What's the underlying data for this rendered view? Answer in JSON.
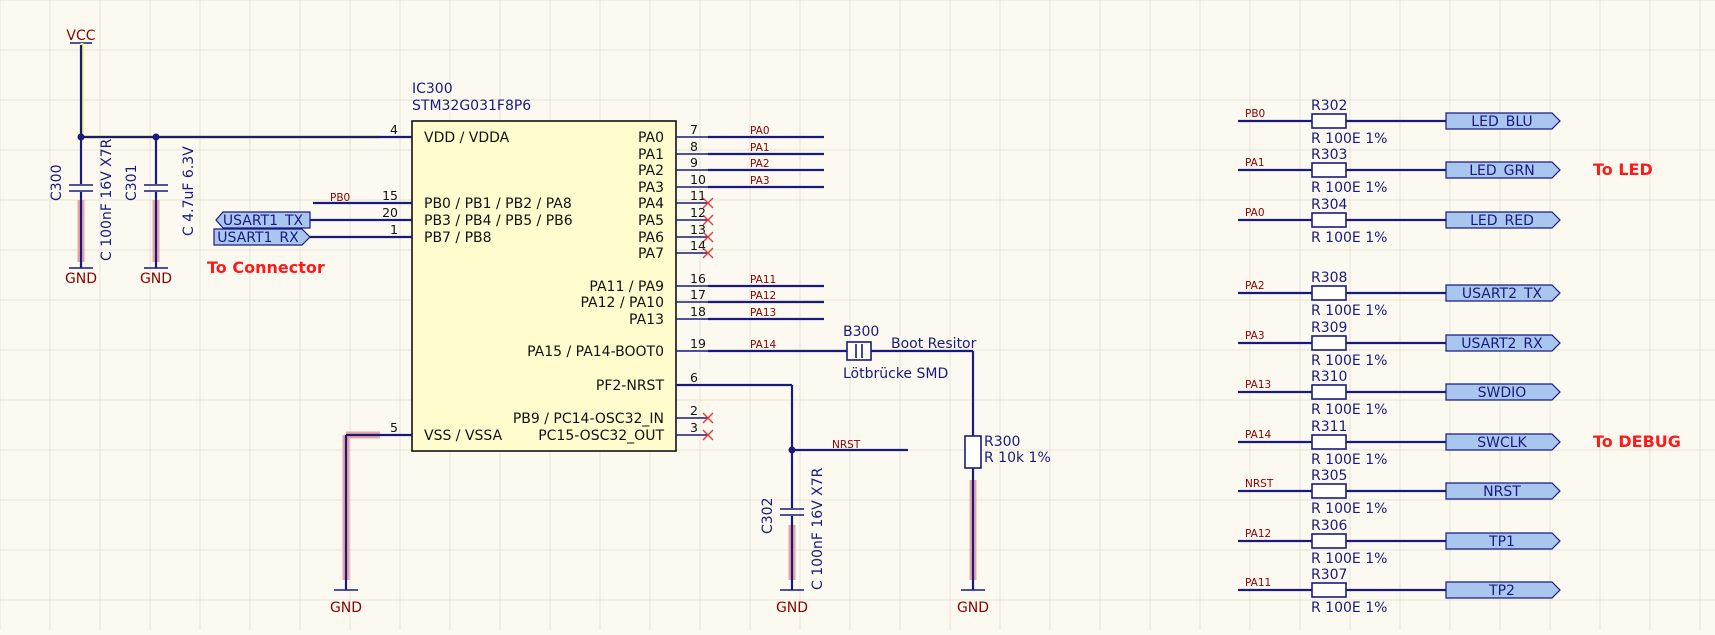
{
  "power": {
    "vcc": "VCC",
    "gnd": "GND"
  },
  "ic": {
    "designator": "IC300",
    "part": "STM32G031F8P6",
    "left_pins": [
      {
        "num": "4",
        "name": "VDD / VDDA"
      },
      {
        "num": "15",
        "name": "PB0 / PB1 / PB2 / PA8"
      },
      {
        "num": "20",
        "name": "PB3 / PB4 / PB5 / PB6"
      },
      {
        "num": "1",
        "name": "PB7 / PB8"
      },
      {
        "num": "5",
        "name": "VSS / VSSA"
      }
    ],
    "right_pins": [
      {
        "num": "7",
        "name": "PA0",
        "net": "PA0"
      },
      {
        "num": "8",
        "name": "PA1",
        "net": "PA1"
      },
      {
        "num": "9",
        "name": "PA2",
        "net": "PA2"
      },
      {
        "num": "10",
        "name": "PA3",
        "net": "PA3"
      },
      {
        "num": "11",
        "name": "PA4",
        "net": ""
      },
      {
        "num": "12",
        "name": "PA5",
        "net": ""
      },
      {
        "num": "13",
        "name": "PA6",
        "net": ""
      },
      {
        "num": "14",
        "name": "PA7",
        "net": ""
      },
      {
        "num": "16",
        "name": "PA11 / PA9",
        "net": "PA11"
      },
      {
        "num": "17",
        "name": "PA12 / PA10",
        "net": "PA12"
      },
      {
        "num": "18",
        "name": "PA13",
        "net": "PA13"
      },
      {
        "num": "19",
        "name": "PA15 / PA14-BOOT0",
        "net": "PA14"
      },
      {
        "num": "6",
        "name": "PF2-NRST",
        "net": ""
      },
      {
        "num": "2",
        "name": "PB9 / PC14-OSC32_IN",
        "net": ""
      },
      {
        "num": "3",
        "name": "PC15-OSC32_OUT",
        "net": ""
      }
    ]
  },
  "capacitors": [
    {
      "designator": "C300",
      "value": "C 100nF 16V X7R"
    },
    {
      "designator": "C301",
      "value": "C 4.7uF 6.3V"
    },
    {
      "designator": "C302",
      "value": "C 100nF 16V X7R"
    }
  ],
  "left_nets": {
    "pb0": "PB0",
    "usart_tx": "USART1_TX",
    "usart_rx": "USART1_RX"
  },
  "notes": {
    "connector": "To Connector",
    "led": "To LED",
    "debug": "To DEBUG"
  },
  "bridge": {
    "designator": "B300",
    "value": "Lötbrücke SMD",
    "label": "Boot Resitor"
  },
  "r300": {
    "designator": "R300",
    "value": "R 10k 1%"
  },
  "nrst_net": "NRST",
  "resistor_rows": [
    {
      "net": "PB0",
      "designator": "R302",
      "value": "R 100E 1%",
      "port": "LED_BLU"
    },
    {
      "net": "PA1",
      "designator": "R303",
      "value": "R 100E 1%",
      "port": "LED_GRN"
    },
    {
      "net": "PA0",
      "designator": "R304",
      "value": "R 100E 1%",
      "port": "LED_RED"
    },
    {
      "net": "PA2",
      "designator": "R308",
      "value": "R 100E 1%",
      "port": "USART2_TX"
    },
    {
      "net": "PA3",
      "designator": "R309",
      "value": "R 100E 1%",
      "port": "USART2_RX"
    },
    {
      "net": "PA13",
      "designator": "R310",
      "value": "R 100E 1%",
      "port": "SWDIO"
    },
    {
      "net": "PA14",
      "designator": "R311",
      "value": "R 100E 1%",
      "port": "SWCLK"
    },
    {
      "net": "NRST",
      "designator": "R305",
      "value": "R 100E 1%",
      "port": "NRST"
    },
    {
      "net": "PA12",
      "designator": "R306",
      "value": "R 100E 1%",
      "port": "TP1"
    },
    {
      "net": "PA11",
      "designator": "R307",
      "value": "R 100E 1%",
      "port": "TP2"
    }
  ]
}
